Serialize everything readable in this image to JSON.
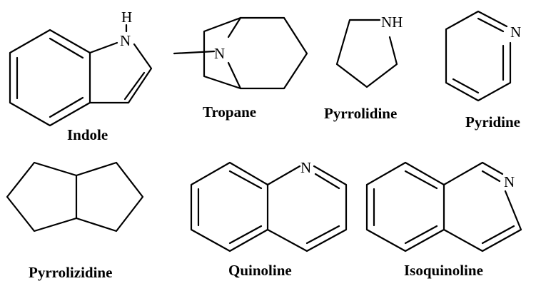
{
  "figure": {
    "molecules": [
      {
        "id": "indole",
        "name": "Indole",
        "atom_labels": [
          "H",
          "N"
        ]
      },
      {
        "id": "tropane",
        "name": "Tropane",
        "atom_labels": [
          "N"
        ]
      },
      {
        "id": "pyrrolidine",
        "name": "Pyrrolidine",
        "atom_labels": [
          "NH"
        ]
      },
      {
        "id": "pyridine",
        "name": "Pyridine",
        "atom_labels": [
          "N"
        ]
      },
      {
        "id": "pyrrolizidine",
        "name": "Pyrrolizidine",
        "atom_labels": []
      },
      {
        "id": "quinoline",
        "name": "Quinoline",
        "atom_labels": [
          "N"
        ]
      },
      {
        "id": "isoquinoline",
        "name": "Isoquinoline",
        "atom_labels": [
          "N"
        ]
      }
    ]
  }
}
